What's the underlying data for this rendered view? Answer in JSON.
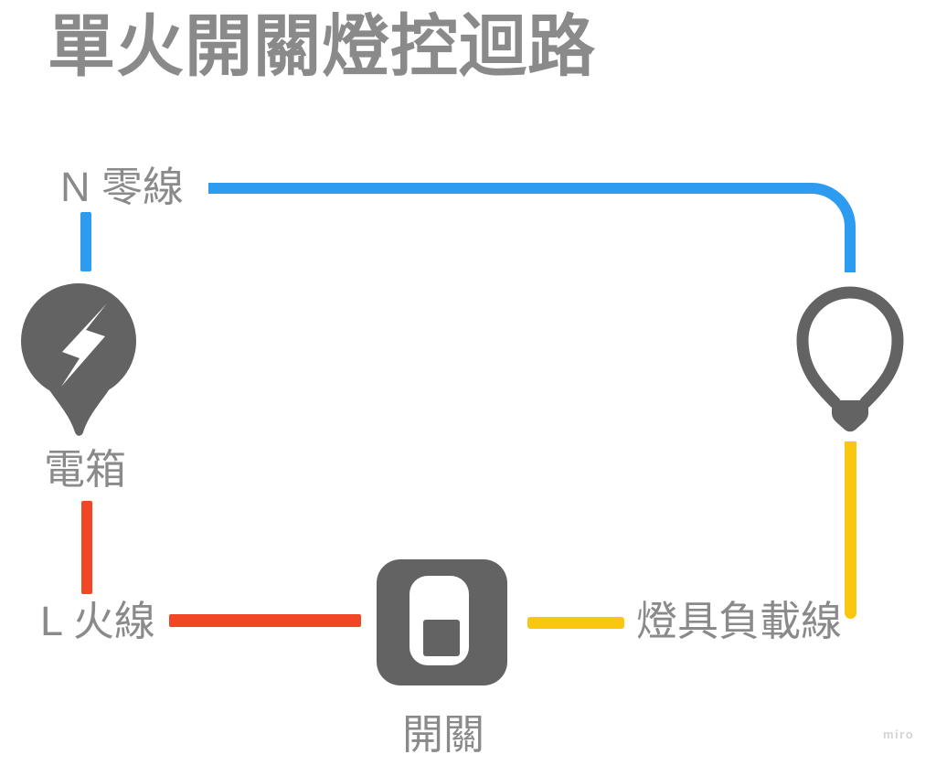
{
  "page": {
    "title": "單火開關燈控迴路",
    "watermark": "miro"
  },
  "colors": {
    "wire-blue": "#2D9BF0",
    "wire-red": "#F24726",
    "wire-yellow": "#FAC710",
    "icon-gray": "#636363",
    "text-gray": "#8A8A8A",
    "watermark-gray": "#D4D4D4"
  },
  "diagram": {
    "neutral_label": "N 零線",
    "live_label": "L 火線",
    "load_label": "燈具負載線",
    "panel_label": "電箱",
    "switch_label": "開關",
    "icons": {
      "panel": "power-panel-pin-with-lightning-bolt-icon",
      "bulb": "light-bulb-icon",
      "switch": "rocker-switch-icon"
    }
  }
}
